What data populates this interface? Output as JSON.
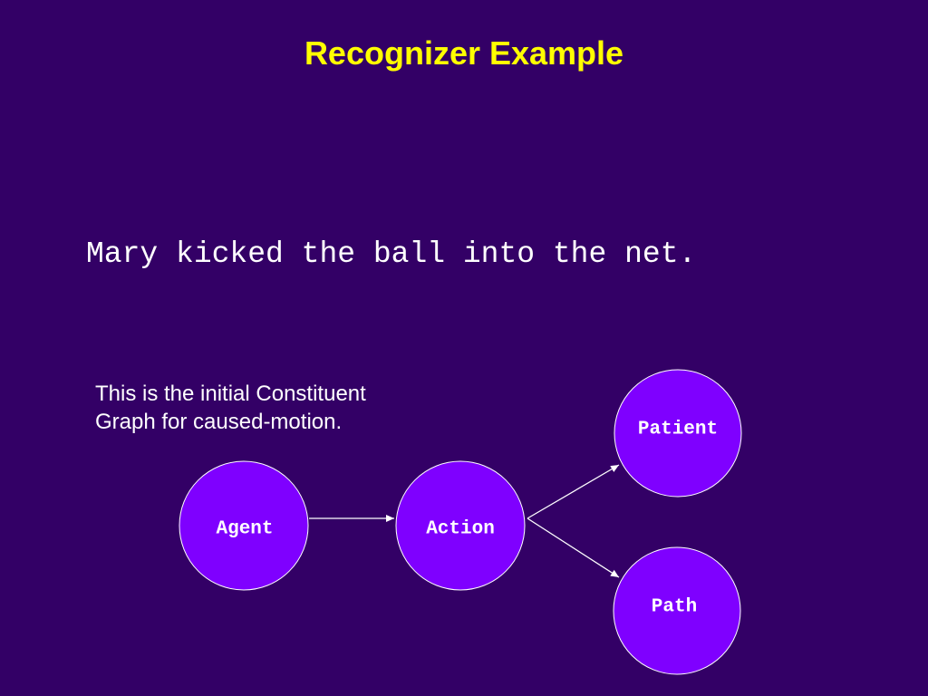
{
  "slide": {
    "title": "Recognizer Example",
    "sentence": "Mary kicked the ball into the net.",
    "caption": {
      "line1": "This is the initial Constituent",
      "line2": "Graph for caused-motion."
    }
  },
  "colors": {
    "background": "#330066",
    "title": "#ffff00",
    "text": "#ffffff",
    "node_fill": "#7f00ff",
    "node_stroke": "#ffffff"
  },
  "graph": {
    "nodes": [
      {
        "id": "agent",
        "label": "Agent"
      },
      {
        "id": "action",
        "label": "Action"
      },
      {
        "id": "patient",
        "label": "Patient"
      },
      {
        "id": "path",
        "label": "Path"
      }
    ],
    "edges": [
      {
        "from": "agent",
        "to": "action"
      },
      {
        "from": "action",
        "to": "patient"
      },
      {
        "from": "action",
        "to": "path"
      }
    ]
  }
}
